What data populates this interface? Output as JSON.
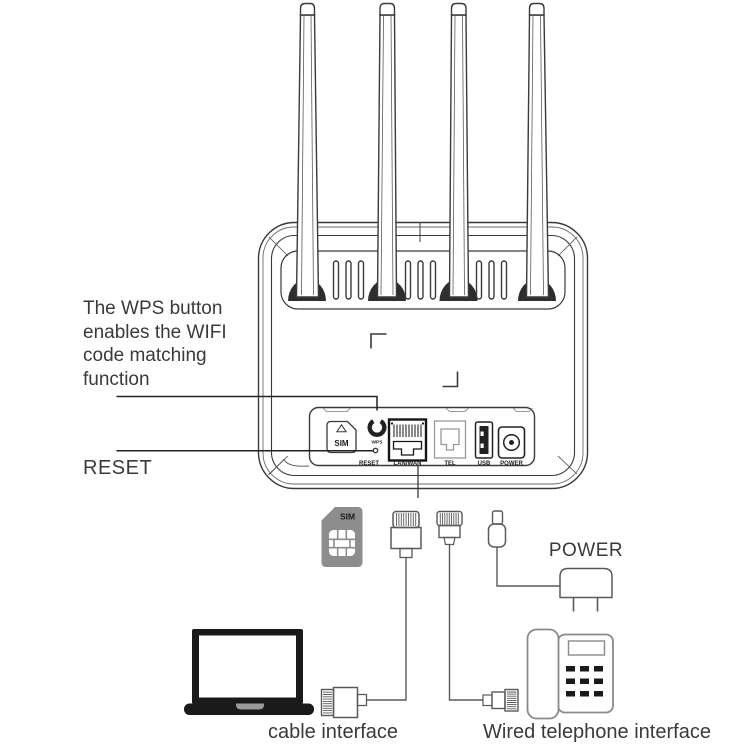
{
  "annotations": {
    "wps_description": "The WPS button enables the WIFI code matching function",
    "reset": "RESET"
  },
  "router": {
    "antenna_count": 4,
    "panel": {
      "sim_slot": "SIM",
      "wps": "WPS",
      "labels": {
        "reset": "RESET",
        "lan_wan": "LAN/WAN",
        "tel": "TEL",
        "usb": "USB",
        "power": "POWER"
      }
    }
  },
  "peripherals": {
    "sim_card": "SIM",
    "power": "POWER",
    "cable_interface": "cable interface",
    "telephone": "Wired telephone interface"
  },
  "colors": {
    "line": "#3a3a3a",
    "light_line": "#8a8a8a",
    "fill_dark": "#1a1a1a",
    "sim_gray": "#8d8d8d"
  }
}
